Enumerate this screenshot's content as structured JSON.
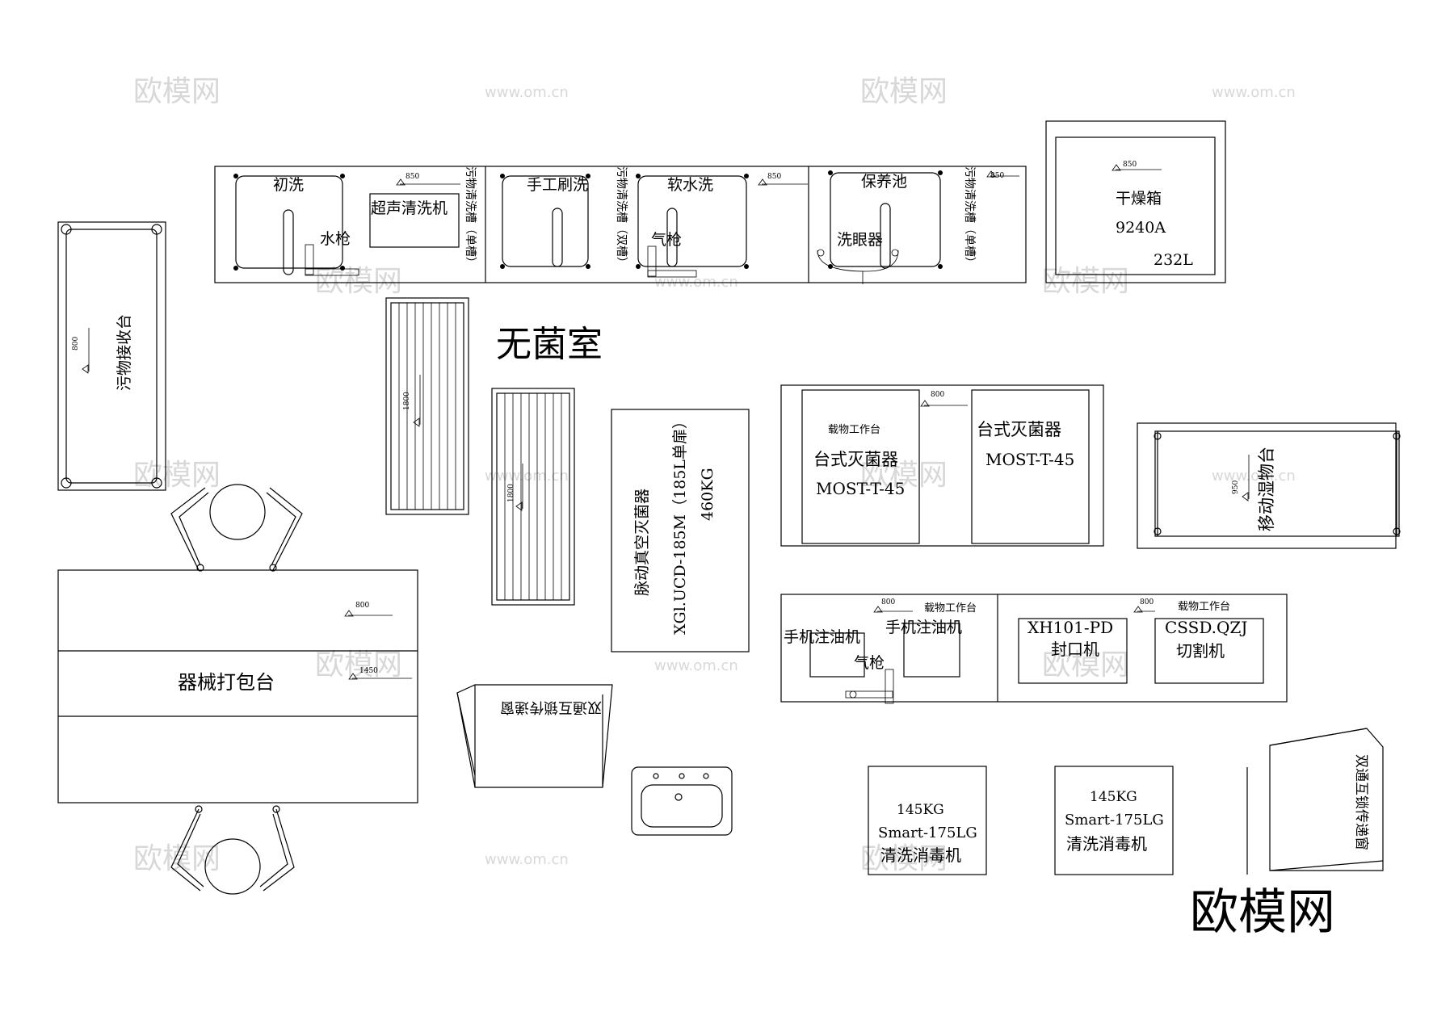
{
  "room_title": "无菌室",
  "watermark": {
    "logo": "欧模网",
    "site": "www.om.cn"
  },
  "sinks": {
    "first_wash": "初洗",
    "water_gun": "水枪",
    "ultrasonic": "超声清洗机",
    "dirty_sink_single_1": "污物清洗槽（单槽）",
    "manual_brush": "手工刷洗",
    "soft_water": "软水洗",
    "air_gun": "气枪",
    "dirty_sink_double": "污物清洗槽（双槽）",
    "maintenance_pool": "保养池",
    "eye_wash": "洗眼器",
    "dirty_sink_single_2": "污物清洗槽（单槽）",
    "dim_850": "850"
  },
  "dryer": {
    "label": "干燥箱",
    "model": "9240A",
    "capacity": "232L",
    "dim": "850"
  },
  "dirty_receiving": {
    "label": "污物接收台",
    "dim": "800"
  },
  "racks": {
    "dim": "1800"
  },
  "sterilizer_big": {
    "line1": "脉动真空灭菌器",
    "line2": "XGl.UCD-185M（185L单扉）",
    "line3": "460KG"
  },
  "bench_sterilizers": {
    "workbench": "载物工作台",
    "left_label": "台式灭菌器",
    "left_model": "MOST-T-45",
    "right_label": "台式灭菌器",
    "right_model": "MOST-T-45",
    "dim": "800"
  },
  "mobile_rack": {
    "label": "移动湿物台",
    "dim": "950"
  },
  "packing_table": {
    "label": "器械打包台",
    "dim_top": "800",
    "dim_mid": "1450"
  },
  "oil_station": {
    "workbench": "载物工作台",
    "oiler_1": "手机注油机",
    "oiler_2": "手机注油机",
    "air_gun": "气枪",
    "dim": "800"
  },
  "seal_station": {
    "workbench": "载物工作台",
    "sealer_model": "XH101-PD",
    "sealer_label": "封口机",
    "cutter_model": "CSSD.QZJ",
    "cutter_label": "切割机",
    "dim": "800"
  },
  "pass_window": {
    "label": "双通互锁传递窗"
  },
  "washer_1": {
    "weight": "145KG",
    "model": "Smart-175LG",
    "label": "清洗消毒机"
  },
  "washer_2": {
    "weight": "145KG",
    "model": "Smart-175LG",
    "label": "清洗消毒机"
  },
  "pass_window_2": {
    "label": "双通互锁传递窗"
  }
}
